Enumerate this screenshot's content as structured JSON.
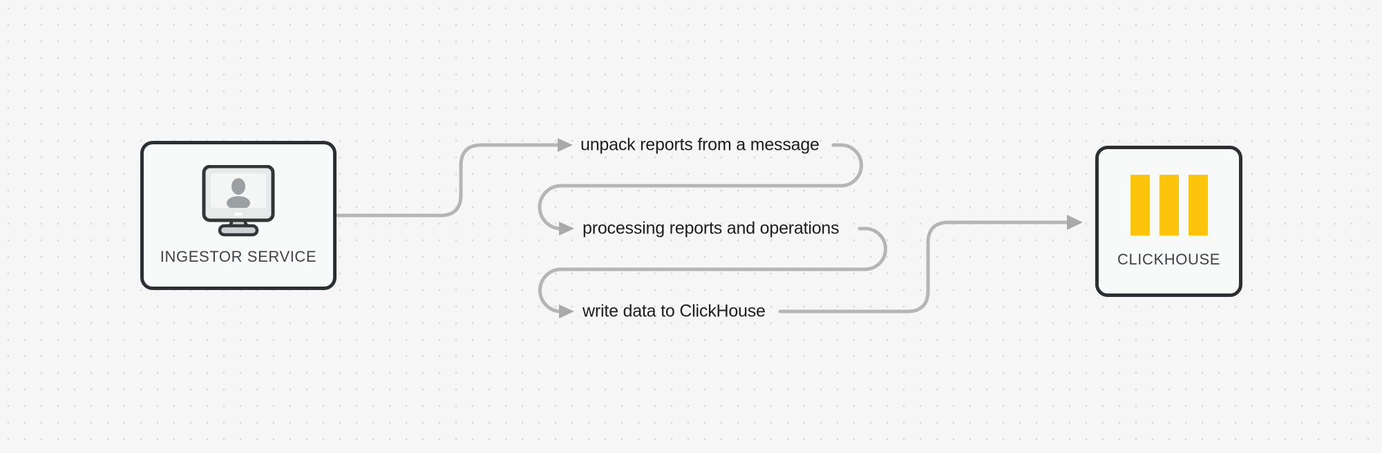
{
  "diagram": {
    "nodes": {
      "ingestor": {
        "label": "INGESTOR SERVICE",
        "icon": "user-monitor-icon"
      },
      "clickhouse": {
        "label": "CLICKHOUSE",
        "icon": "clickhouse-bars-icon"
      }
    },
    "steps": [
      {
        "label": "unpack reports from a message"
      },
      {
        "label": "processing reports and operations"
      },
      {
        "label": "write data to ClickHouse"
      }
    ]
  },
  "colors": {
    "background": "#f5f6f5",
    "grid_dot": "#dcdedc",
    "connector": "#b5b5b5",
    "arrowhead": "#a9a9a9",
    "node_border": "#2c3034",
    "node_fill": "#f8f9f9",
    "node_label": "#3e4246",
    "step_label": "#1d1d1f",
    "clickhouse_yellow": "#fcc40a",
    "icon_person_gray": "#9ba0a3"
  }
}
